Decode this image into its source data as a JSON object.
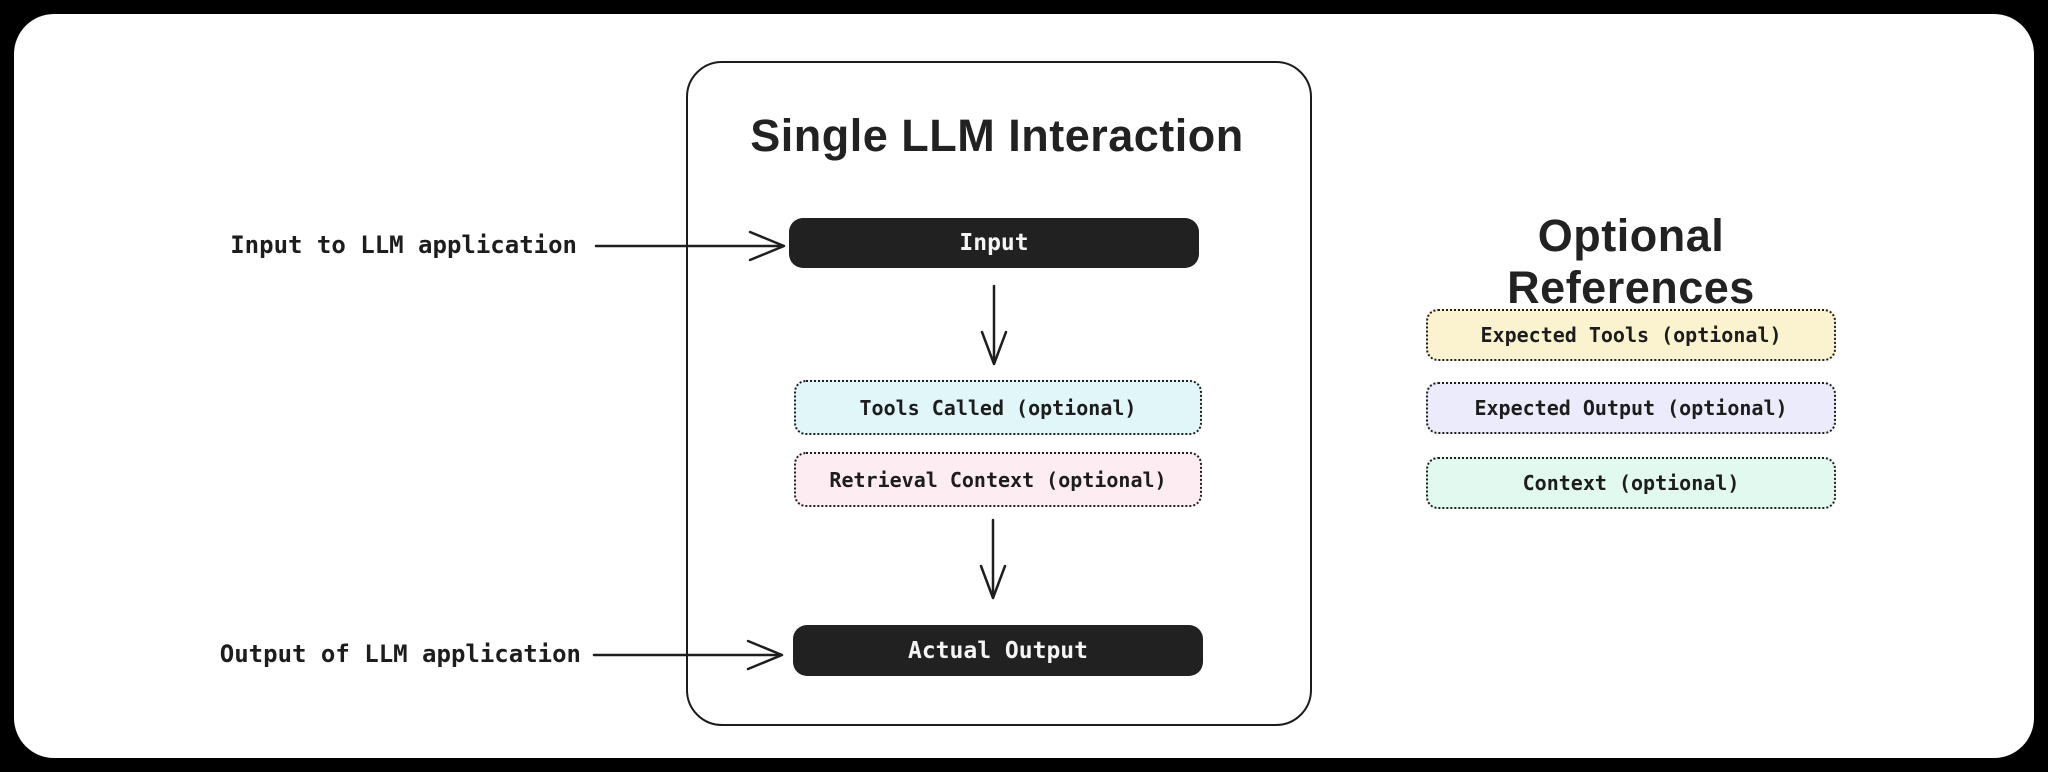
{
  "page": {
    "background_color": "#000000",
    "card_color": "#ffffff",
    "stroke_color": "#1e1e1e"
  },
  "diagram": {
    "title": "Single LLM Interaction",
    "nodes": [
      {
        "id": "input",
        "label": "Input",
        "style": "solid",
        "bg": "#212121",
        "text_color": "#f5f5f5"
      },
      {
        "id": "tools-called",
        "label": "Tools Called (optional)",
        "style": "dotted",
        "bg": "#e1f6f9",
        "text_color": "#1d1d1d"
      },
      {
        "id": "retrieval-context",
        "label": "Retrieval Context (optional)",
        "style": "dotted",
        "bg": "#fdedf2",
        "text_color": "#1d1d1d"
      },
      {
        "id": "actual-output",
        "label": "Actual Output",
        "style": "solid",
        "bg": "#212121",
        "text_color": "#f5f5f5"
      }
    ],
    "annotations": [
      {
        "label": "Input to LLM application"
      },
      {
        "label": "Output of LLM application"
      }
    ]
  },
  "references_panel": {
    "title": "Optional References",
    "items": [
      {
        "label": "Expected Tools (optional)",
        "bg": "#fbf3d0"
      },
      {
        "label": "Expected Output (optional)",
        "bg": "#ecebfb"
      },
      {
        "label": "Context (optional)",
        "bg": "#e2f9ef"
      }
    ]
  }
}
